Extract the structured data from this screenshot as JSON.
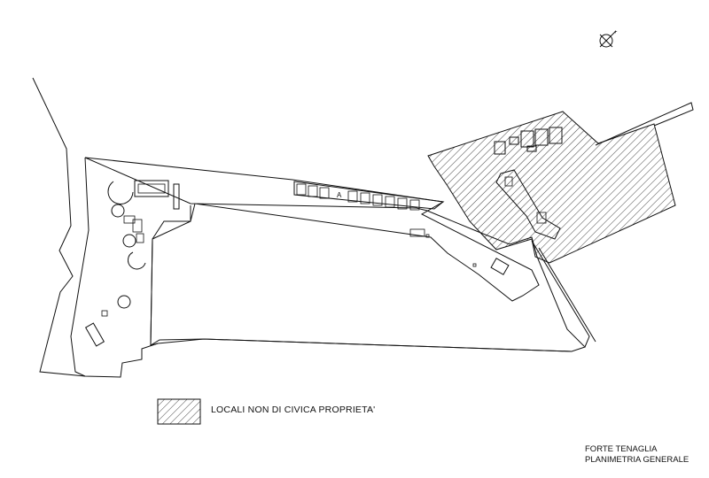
{
  "legend": {
    "label": "LOCALI NON DI CIVICA PROPRIETA'"
  },
  "title_block": {
    "line1": "FORTE TENAGLIA",
    "line2": "PLANIMETRIA GENERALE"
  },
  "building_label": "A",
  "icons": {
    "north_arrow": "north-arrow-icon",
    "hatch_pattern": "diagonal-hatch"
  },
  "colors": {
    "ink": "#111111",
    "background": "#ffffff"
  }
}
